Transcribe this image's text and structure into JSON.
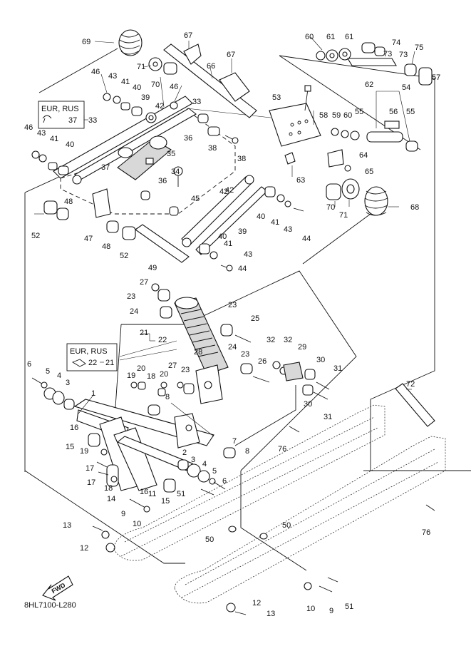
{
  "diagram": {
    "drawing_code": "8HL7100-L280",
    "fwd_label": "FWD",
    "note_box_1": {
      "title": "EUR, RUS",
      "part_a": "37",
      "part_b": "33"
    },
    "note_box_2": {
      "title": "EUR, RUS",
      "part_a": "22",
      "part_b": "21"
    },
    "callouts": [
      "69",
      "67",
      "67",
      "71",
      "70",
      "66",
      "46",
      "43",
      "41",
      "40",
      "39",
      "42",
      "46",
      "33",
      "46",
      "43",
      "41",
      "40",
      "37",
      "35",
      "34",
      "36",
      "36",
      "38",
      "45",
      "38",
      "42",
      "48",
      "52",
      "47",
      "48",
      "52",
      "49",
      "42",
      "40",
      "41",
      "43",
      "44",
      "39",
      "40",
      "41",
      "43",
      "44",
      "60",
      "61",
      "61",
      "74",
      "73",
      "73",
      "75",
      "57",
      "62",
      "53",
      "54",
      "58",
      "59",
      "60",
      "55",
      "56",
      "55",
      "64",
      "63",
      "65",
      "70",
      "71",
      "68",
      "27",
      "23",
      "24",
      "23",
      "25",
      "21",
      "22",
      "28",
      "24",
      "23",
      "26",
      "32",
      "32",
      "29",
      "27",
      "23",
      "30",
      "31",
      "30",
      "31",
      "19",
      "20",
      "18",
      "20",
      "8",
      "6",
      "5",
      "4",
      "3",
      "1",
      "16",
      "15",
      "19",
      "17",
      "17",
      "18",
      "14",
      "16",
      "11",
      "15",
      "2",
      "3",
      "4",
      "5",
      "6",
      "7",
      "8",
      "9",
      "10",
      "51",
      "13",
      "12",
      "50",
      "72",
      "76",
      "76",
      "50",
      "10",
      "9",
      "51",
      "12",
      "13"
    ]
  }
}
